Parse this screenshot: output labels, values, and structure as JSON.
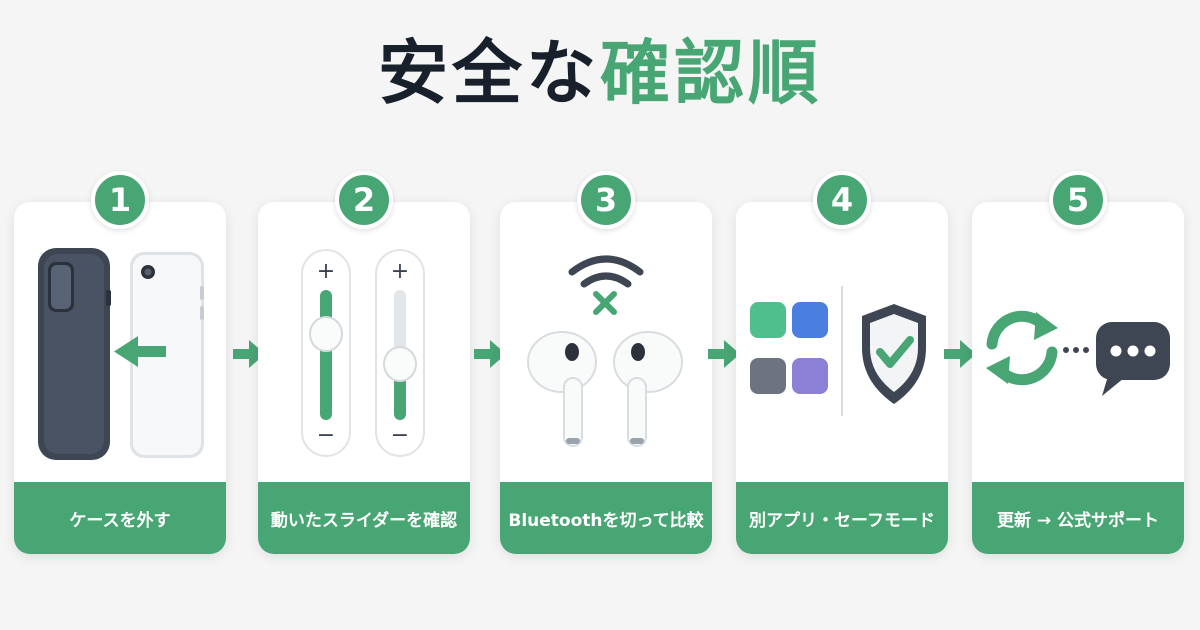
{
  "title": {
    "part1": "安全な",
    "part2": "確認順"
  },
  "steps": [
    {
      "number": "1",
      "label": "ケースを外す"
    },
    {
      "number": "2",
      "label": "動いたスライダーを確認"
    },
    {
      "number": "3",
      "label": "Bluetoothを切って比較"
    },
    {
      "number": "4",
      "label": "別アプリ・セーフモード"
    },
    {
      "number": "5",
      "label": "更新 → 公式サポート"
    }
  ],
  "icons": {
    "step1": [
      "phone-case-icon",
      "arrow-left-icon",
      "phone-icon"
    ],
    "step2": [
      "volume-slider-icon",
      "plus-icon",
      "minus-icon"
    ],
    "step3": [
      "wifi-icon",
      "x-mark-icon",
      "earbuds-icon"
    ],
    "step4": [
      "app-grid-icon",
      "shield-check-icon"
    ],
    "step5": [
      "refresh-icon",
      "dots-icon",
      "chat-bubble-icon"
    ],
    "connector": "arrow-right-icon"
  },
  "colors": {
    "accent": "#48a574",
    "title_dark": "#17202b",
    "background": "#f4f5f4",
    "card": "#ffffff"
  }
}
